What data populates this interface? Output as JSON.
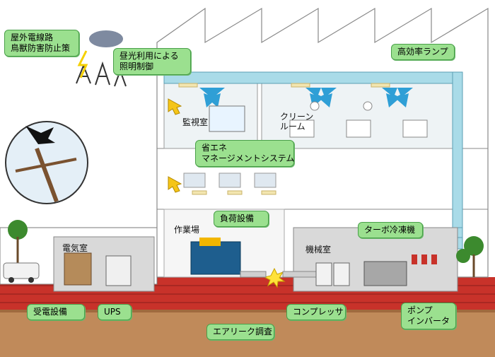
{
  "callouts": {
    "bird_damage": [
      "屋外電線路",
      "鳥獣防害防止策"
    ],
    "daylight": [
      "昼光利用による",
      "照明制御"
    ],
    "high_eff_lamp": "高効率ランプ",
    "ems": [
      "省エネ",
      "マネージメントシステム"
    ],
    "load_equipment": "負荷設備",
    "turbo_chiller": "ターボ冷凍機",
    "power_receiving": "受電設備",
    "ups": "UPS",
    "air_leak": "エアリーク調査",
    "compressor": "コンプレッサ",
    "pump_inverter": [
      "ポンプ",
      "インバータ"
    ]
  },
  "rooms": {
    "monitoring": "監視室",
    "clean_room": [
      "クリーン",
      "ルーム"
    ],
    "workshop": "作業場",
    "electric_room": "電気室",
    "machine_room": "機械室"
  },
  "colors": {
    "callout_fill": "#9be08f",
    "callout_border": "#4aa04a",
    "brick": "#c8322a",
    "ground": "#c08a5a",
    "duct": "#a9dbe8",
    "building": "#ffffff",
    "outline": "#7a7a7a"
  }
}
